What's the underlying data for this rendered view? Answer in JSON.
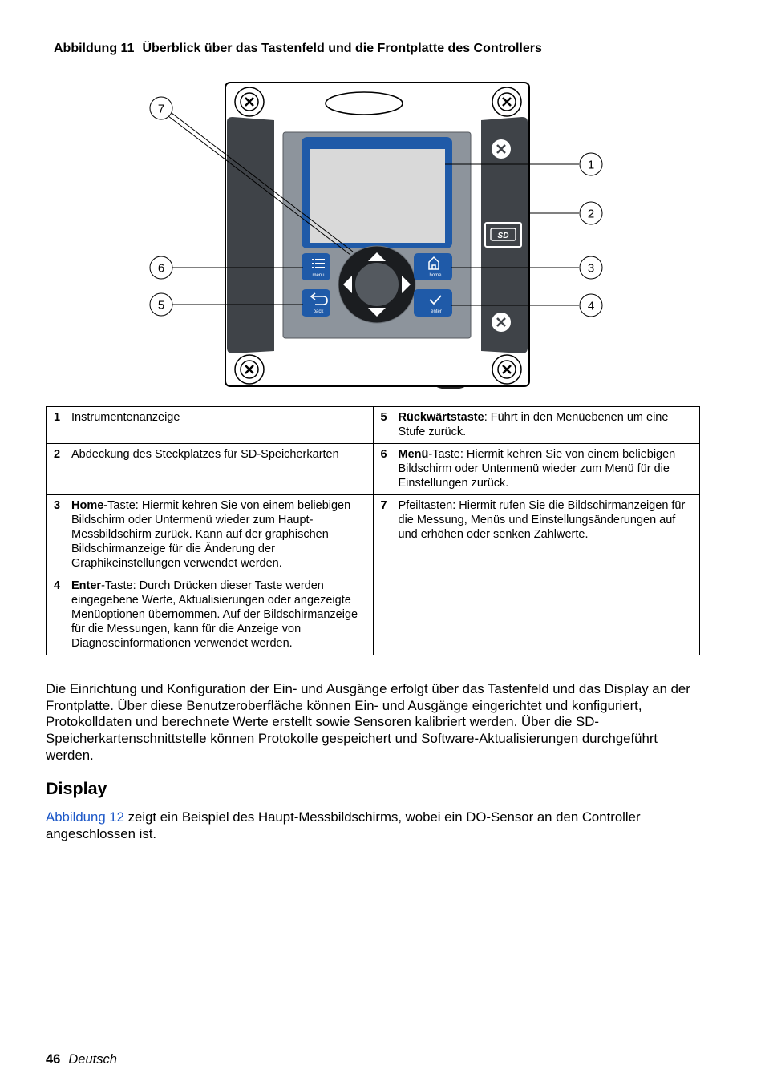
{
  "figure": {
    "number": "Abbildung 11",
    "title": "Überblick über das Tastenfeld und die Frontplatte des Controllers",
    "callouts": [
      "1",
      "2",
      "3",
      "4",
      "5",
      "6",
      "7"
    ],
    "keys": {
      "menu": "menu",
      "home": "home",
      "back": "back",
      "enter": "enter",
      "sd": "SD"
    }
  },
  "legend": {
    "items": [
      {
        "num": "1",
        "bold": "",
        "text": "Instrumentenanzeige"
      },
      {
        "num": "2",
        "bold": "",
        "text": "Abdeckung des Steckplatzes für SD-Speicherkarten"
      },
      {
        "num": "3",
        "bold": "Home-",
        "text": "Taste: Hiermit kehren Sie von einem beliebigen Bildschirm oder Untermenü wieder zum Haupt-Messbildschirm zurück. Kann auf der graphischen Bildschirmanzeige für die Änderung der Graphikeinstellungen verwendet werden."
      },
      {
        "num": "4",
        "bold": "Enter",
        "text": "-Taste: Durch Drücken dieser Taste werden eingegebene Werte, Aktualisierungen oder angezeigte Menüoptionen übernommen. Auf der Bildschirmanzeige für die Messungen, kann für die Anzeige von Diagnoseinformationen verwendet werden."
      },
      {
        "num": "5",
        "bold": "Rückwärtstaste",
        "text": ": Führt in den Menüebenen um eine Stufe zurück."
      },
      {
        "num": "6",
        "bold": "Menü",
        "text": "-Taste: Hiermit kehren Sie von einem beliebigen Bildschirm oder Untermenü wieder zum Menü für die Einstellungen zurück."
      },
      {
        "num": "7",
        "bold": "",
        "text": "Pfeiltasten: Hiermit rufen Sie die Bildschirmanzeigen für die Messung, Menüs und Einstellungsänderungen auf und erhöhen oder senken Zahlwerte."
      }
    ]
  },
  "body_text": "Die Einrichtung und Konfiguration der Ein- und Ausgänge erfolgt über das Tastenfeld und das Display an der Frontplatte. Über diese Benutzeroberfläche können Ein- und Ausgänge eingerichtet und konfiguriert, Protokolldaten und berechnete Werte erstellt sowie Sensoren kalibriert werden. Über die SD-Speicherkartenschnittstelle können Protokolle gespeichert und Software-Aktualisierungen durchgeführt werden.",
  "section": {
    "heading": "Display",
    "link_text": "Abbildung 12",
    "text": " zeigt ein Beispiel des Haupt-Messbildschirms, wobei ein DO-Sensor an den Controller angeschlossen ist."
  },
  "footer": {
    "page": "46",
    "language": "Deutsch"
  },
  "colors": {
    "link": "#1a56c7",
    "key_blue": "#1f5aa8",
    "panel_dark": "#3f4348",
    "screen": "#d9d9d9"
  }
}
